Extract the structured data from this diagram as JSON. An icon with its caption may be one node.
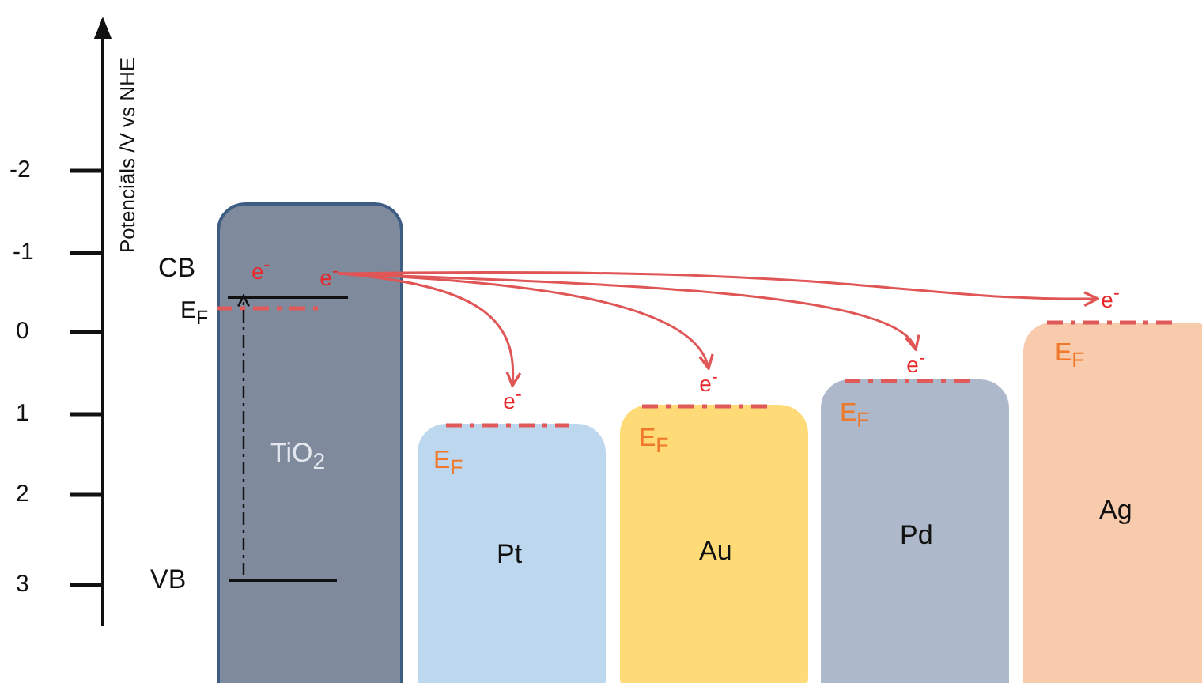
{
  "diagram": {
    "nodes": [
      {
        "text": [
          "e$^{-}$",
          "TiO$_{2}$"
        ]
      },
      {
        "text": [
          "e$^{-}$"
        ],
        "in": 0
      },
      {
        "text": [],
        "shape": "bar",
        "in": 0
      },
      {
        "text": [],
        "shape": "bar",
        "in": 0
      },
      {
        "text": [
          "e$^{-}$"
        ]
      },
      {
        "text": [
          "E$_{F}$",
          "Pt"
        ]
      },
      {
        "text": [
          "e$^{-}$"
        ]
      },
      {
        "text": [
          "E$_{F}$",
          "Au"
        ]
      },
      {
        "text": [
          "e$^{-}$"
        ]
      },
      {
        "text": [
          "E$_{F}$",
          "Pd"
        ]
      },
      {
        "text": [
          "e$^{-}$"
        ]
      },
      {
        "text": [
          "E$_{F}$",
          "Ag"
        ]
      }
    ],
    "edges": [
      {
        "from": 1,
        "to": 4,
        "arrow": "to"
      },
      {
        "from": 1,
        "to": 6,
        "arrow": "to"
      },
      {
        "from": 1,
        "to": 8,
        "arrow": "to"
      },
      {
        "from": 1,
        "to": 10,
        "arrow": "to"
      },
      {
        "from": 3,
        "to": 2,
        "arrow": "to",
        "style": "dashed",
        "color": "#111111"
      }
    ],
    "labels": [
      "Potenciāls /V vs NHE",
      "-2",
      "-1",
      "CB",
      "E$_{F}$",
      "0",
      "1",
      "2",
      "3",
      "VB"
    ]
  }
}
